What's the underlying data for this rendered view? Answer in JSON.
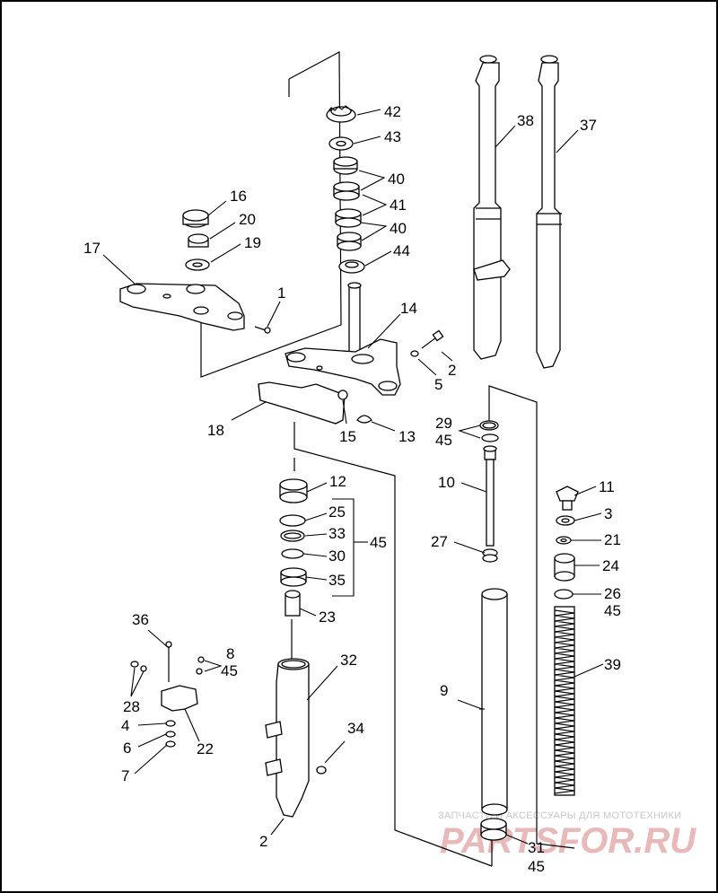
{
  "watermark": {
    "tagline": "ЗАПЧАСТИ И АКСЕССУАРЫ ДЛЯ МОТОТЕХНИКИ",
    "brand": "PARTSFOR.RU"
  },
  "callouts": [
    {
      "key": "42",
      "text": "42"
    },
    {
      "key": "43",
      "text": "43"
    },
    {
      "key": "40a",
      "text": "40"
    },
    {
      "key": "41",
      "text": "41"
    },
    {
      "key": "40b",
      "text": "40"
    },
    {
      "key": "44",
      "text": "44"
    },
    {
      "key": "16",
      "text": "16"
    },
    {
      "key": "20",
      "text": "20"
    },
    {
      "key": "19",
      "text": "19"
    },
    {
      "key": "17",
      "text": "17"
    },
    {
      "key": "1",
      "text": "1"
    },
    {
      "key": "14",
      "text": "14"
    },
    {
      "key": "2a",
      "text": "2"
    },
    {
      "key": "5",
      "text": "5"
    },
    {
      "key": "18",
      "text": "18"
    },
    {
      "key": "15",
      "text": "15"
    },
    {
      "key": "13",
      "text": "13"
    },
    {
      "key": "38",
      "text": "38"
    },
    {
      "key": "37",
      "text": "37"
    },
    {
      "key": "29",
      "text": "29"
    },
    {
      "key": "45a",
      "text": "45"
    },
    {
      "key": "10",
      "text": "10"
    },
    {
      "key": "27",
      "text": "27"
    },
    {
      "key": "11",
      "text": "11"
    },
    {
      "key": "3",
      "text": "3"
    },
    {
      "key": "21",
      "text": "21"
    },
    {
      "key": "24",
      "text": "24"
    },
    {
      "key": "26",
      "text": "26"
    },
    {
      "key": "45b",
      "text": "45"
    },
    {
      "key": "12",
      "text": "12"
    },
    {
      "key": "25",
      "text": "25"
    },
    {
      "key": "33",
      "text": "33"
    },
    {
      "key": "30",
      "text": "30"
    },
    {
      "key": "45c",
      "text": "45"
    },
    {
      "key": "35",
      "text": "35"
    },
    {
      "key": "23",
      "text": "23"
    },
    {
      "key": "36",
      "text": "36"
    },
    {
      "key": "8",
      "text": "8"
    },
    {
      "key": "45d",
      "text": "45"
    },
    {
      "key": "28",
      "text": "28"
    },
    {
      "key": "4",
      "text": "4"
    },
    {
      "key": "6",
      "text": "6"
    },
    {
      "key": "7",
      "text": "7"
    },
    {
      "key": "22",
      "text": "22"
    },
    {
      "key": "32",
      "text": "32"
    },
    {
      "key": "34",
      "text": "34"
    },
    {
      "key": "2b",
      "text": "2"
    },
    {
      "key": "9",
      "text": "9"
    },
    {
      "key": "39",
      "text": "39"
    },
    {
      "key": "31",
      "text": "31"
    },
    {
      "key": "45e",
      "text": "45"
    }
  ]
}
